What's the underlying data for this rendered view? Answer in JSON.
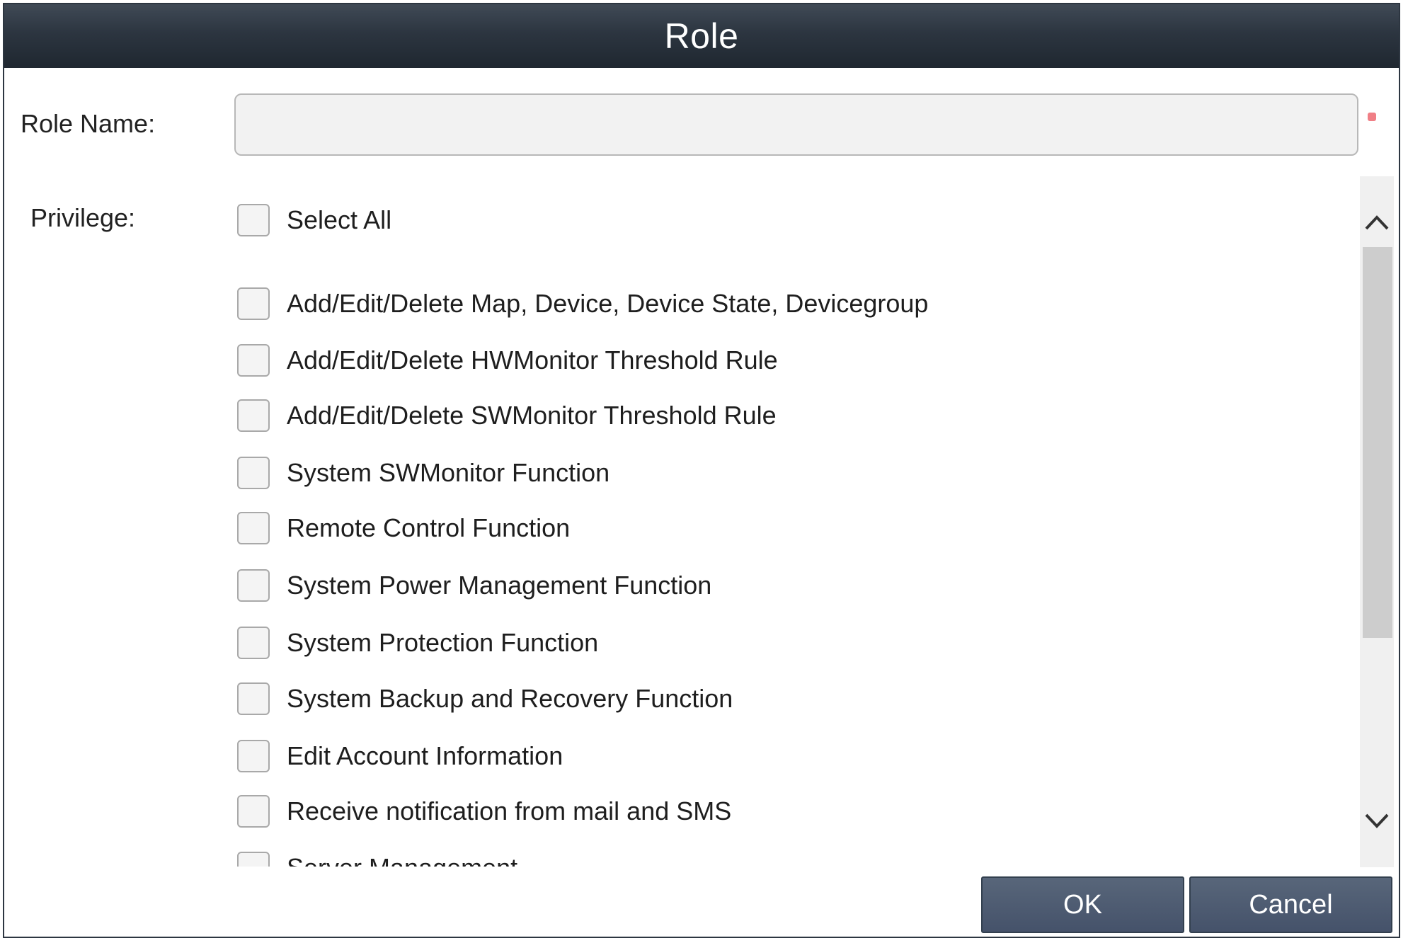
{
  "dialog": {
    "title": "Role"
  },
  "form": {
    "role_name_label": "Role Name:",
    "role_name_value": "",
    "privilege_label": "Privilege:"
  },
  "privileges": {
    "select_all_label": "Select All",
    "items": [
      {
        "label": "Add/Edit/Delete Map, Device, Device State, Devicegroup",
        "checked": false
      },
      {
        "label": "Add/Edit/Delete HWMonitor Threshold Rule",
        "checked": false
      },
      {
        "label": "Add/Edit/Delete SWMonitor Threshold Rule",
        "checked": false
      },
      {
        "label": "System SWMonitor Function",
        "checked": false
      },
      {
        "label": "Remote Control Function",
        "checked": false
      },
      {
        "label": "System Power Management Function",
        "checked": false
      },
      {
        "label": "System Protection Function",
        "checked": false
      },
      {
        "label": "System Backup and Recovery Function",
        "checked": false
      },
      {
        "label": "Edit Account Information",
        "checked": false
      },
      {
        "label": "Receive notification from mail and SMS",
        "checked": false
      },
      {
        "label": "Server Management",
        "checked": false
      }
    ]
  },
  "buttons": {
    "ok_label": "OK",
    "cancel_label": "Cancel"
  },
  "icons": {
    "scroll_up": "chevron-up-icon",
    "scroll_down": "chevron-down-icon",
    "required": "required-indicator-icon"
  },
  "colors": {
    "title_bar": "#2c3540",
    "button": "#4d5a6e",
    "required_mark": "#f07f86"
  }
}
